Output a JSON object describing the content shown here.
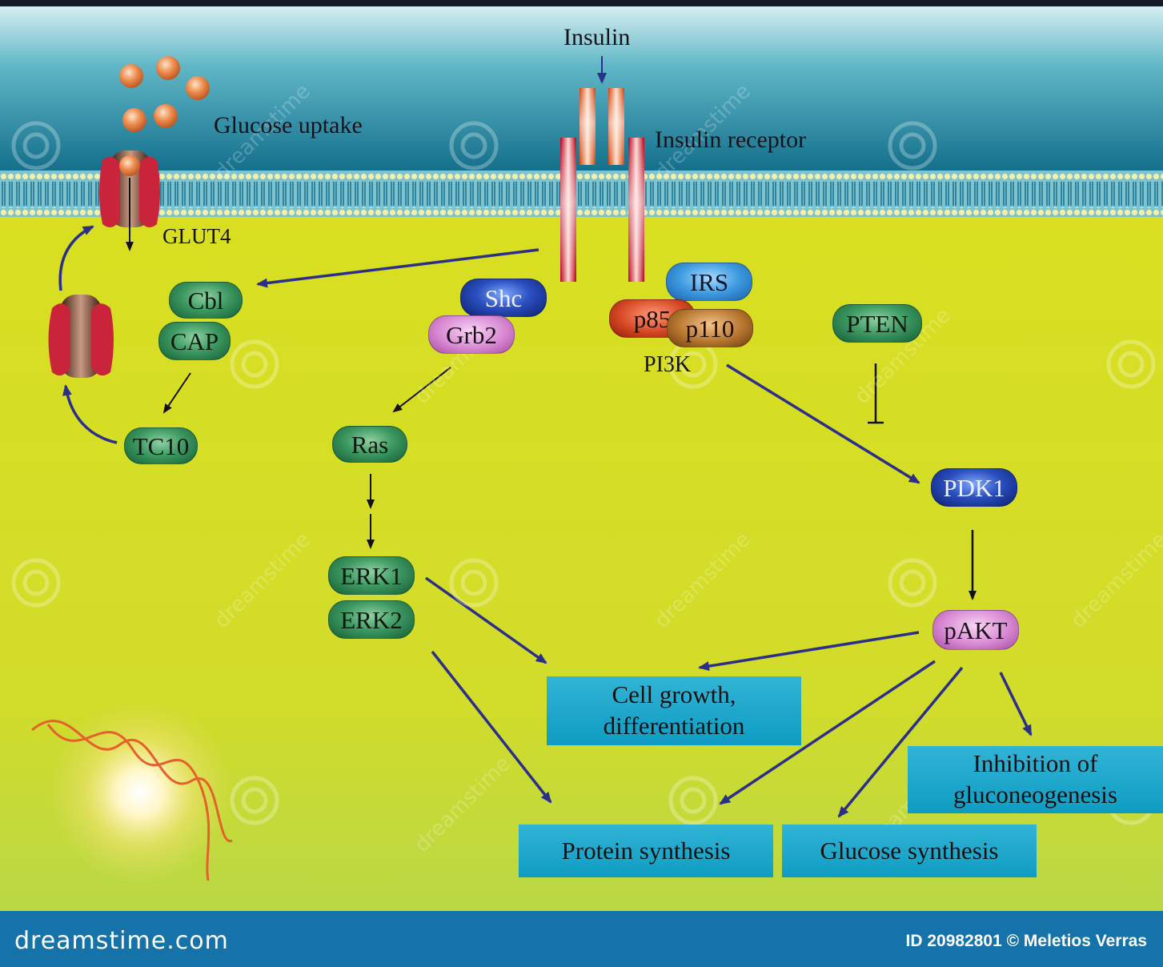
{
  "labels": {
    "insulin": "Insulin",
    "glucose_uptake": "Glucose uptake",
    "insulin_receptor": "Insulin receptor",
    "glut4": "GLUT4",
    "pi3k": "PI3K"
  },
  "nodes": {
    "cbl": "Cbl",
    "cap": "CAP",
    "tc10": "TC10",
    "shc": "Shc",
    "grb2": "Grb2",
    "ras": "Ras",
    "erk1": "ERK1",
    "erk2": "ERK2",
    "irs": "IRS",
    "p85": "p85",
    "p110": "p110",
    "pten": "PTEN",
    "pdk1": "PDK1",
    "pakt": "pAKT"
  },
  "outcomes": {
    "cell_growth": "Cell growth, differentiation",
    "protein_synthesis": "Protein synthesis",
    "glucose_synthesis": "Glucose synthesis",
    "inhibition": "Inhibition of gluconeogenesis"
  },
  "footer": {
    "brand": "dreamstime.com",
    "credit": "ID 20982801 © Meletios Verras"
  },
  "watermark": "dreamstime",
  "colors": {
    "cytoplasm": "#d8de22",
    "extracellular": "#1a7f9e",
    "arrow": "#2b2f8a",
    "outcome_box": "#139fc6",
    "footer": "#1573a9"
  }
}
